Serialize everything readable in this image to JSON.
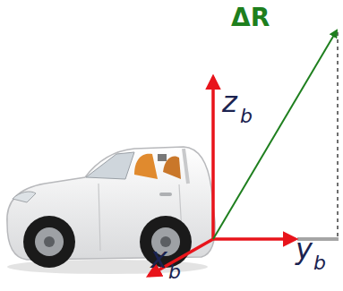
{
  "diagram": {
    "labels": [
      "ΔR",
      "z",
      "b",
      "y",
      "b",
      "x",
      "b"
    ]
  }
}
